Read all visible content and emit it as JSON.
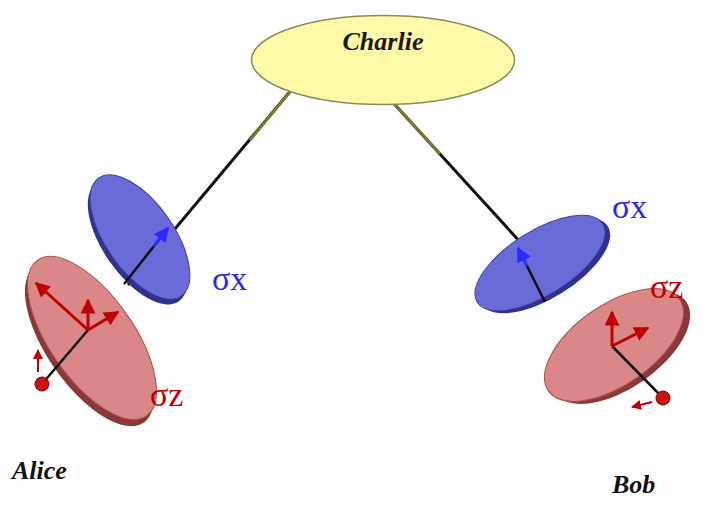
{
  "diagram": {
    "nodes": [
      {
        "text": [
          "Charlie"
        ]
      }
    ],
    "labels": [
      "σx",
      "σz",
      "σx",
      "σz",
      "Alice",
      "Bob"
    ]
  }
}
